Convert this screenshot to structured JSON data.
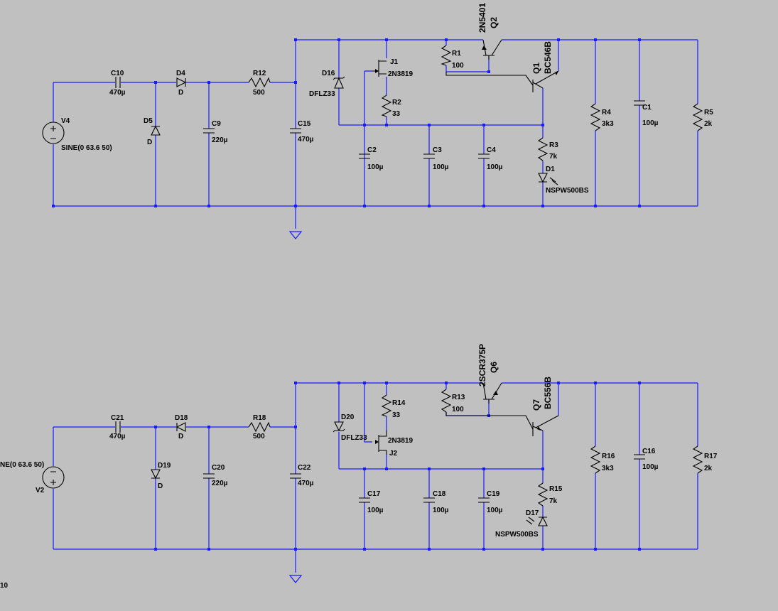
{
  "top": {
    "V4": {
      "name": "V4",
      "value": "SINE(0 63.6 50)"
    },
    "C10": {
      "name": "C10",
      "value": "470µ"
    },
    "D4": {
      "name": "D4",
      "value": "D"
    },
    "D5": {
      "name": "D5",
      "value": "D"
    },
    "C9": {
      "name": "C9",
      "value": "220µ"
    },
    "R12": {
      "name": "R12",
      "value": "500"
    },
    "C15": {
      "name": "C15",
      "value": "470µ"
    },
    "D16": {
      "name": "D16",
      "value": "DFLZ33"
    },
    "J1": {
      "name": "J1",
      "value": "2N3819"
    },
    "R2": {
      "name": "R2",
      "value": "33"
    },
    "C2": {
      "name": "C2",
      "value": "100µ"
    },
    "C3": {
      "name": "C3",
      "value": "100µ"
    },
    "C4": {
      "name": "C4",
      "value": "100µ"
    },
    "R1": {
      "name": "R1",
      "value": "100"
    },
    "Q2": {
      "name": "Q2",
      "value": "2N5401"
    },
    "Q1": {
      "name": "Q1",
      "value": "BC546B"
    },
    "R3": {
      "name": "R3",
      "value": "7k"
    },
    "D1": {
      "name": "D1",
      "value": "NSPW500BS"
    },
    "R4": {
      "name": "R4",
      "value": "3k3"
    },
    "C1": {
      "name": "C1",
      "value": "100µ"
    },
    "R5": {
      "name": "R5",
      "value": "2k"
    }
  },
  "bottom": {
    "V2": {
      "name": "V2",
      "value": "NE(0 63.6 50)"
    },
    "C21": {
      "name": "C21",
      "value": "470µ"
    },
    "D18": {
      "name": "D18",
      "value": "D"
    },
    "D19": {
      "name": "D19",
      "value": "D"
    },
    "C20": {
      "name": "C20",
      "value": "220µ"
    },
    "R18": {
      "name": "R18",
      "value": "500"
    },
    "C22": {
      "name": "C22",
      "value": "470µ"
    },
    "D20": {
      "name": "D20",
      "value": "DFLZ33"
    },
    "R14": {
      "name": "R14",
      "value": "33"
    },
    "J2": {
      "name": "J2",
      "value": "2N3819"
    },
    "C17": {
      "name": "C17",
      "value": "100µ"
    },
    "C18": {
      "name": "C18",
      "value": "100µ"
    },
    "C19": {
      "name": "C19",
      "value": "100µ"
    },
    "R13": {
      "name": "R13",
      "value": "100"
    },
    "Q6": {
      "name": "Q6",
      "value": "2SCR375P"
    },
    "Q7": {
      "name": "Q7",
      "value": "BC556B"
    },
    "R15": {
      "name": "R15",
      "value": "7k"
    },
    "D17": {
      "name": "D17",
      "value": "NSPW500BS"
    },
    "R16": {
      "name": "R16",
      "value": "3k3"
    },
    "C16": {
      "name": "C16",
      "value": "100µ"
    },
    "R17": {
      "name": "R17",
      "value": "2k"
    }
  },
  "fragment": {
    "text": "10"
  }
}
